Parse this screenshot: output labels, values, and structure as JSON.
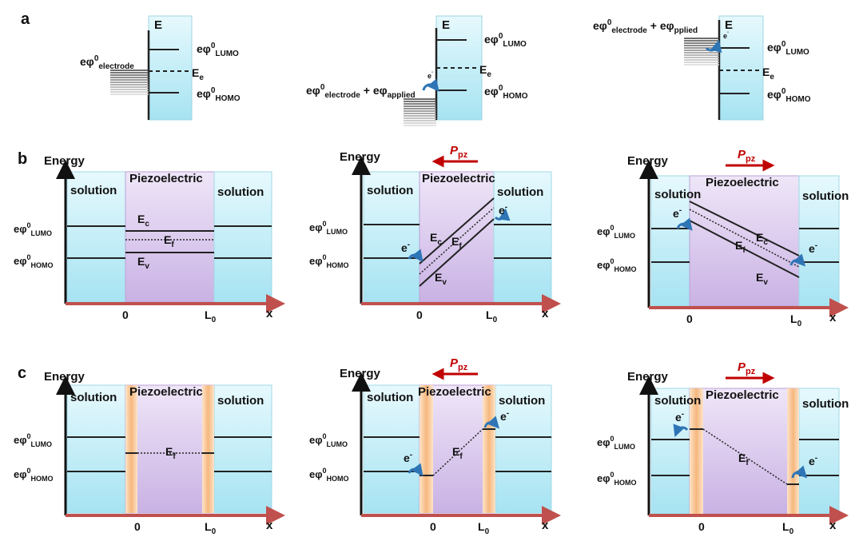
{
  "figure_labels": {
    "a": "a",
    "b": "b",
    "c": "c"
  },
  "terms": {
    "energy": "Energy",
    "solution": "solution",
    "piezoelectric": "Piezoelectric",
    "x_axis": "x",
    "origin": "0",
    "L": "L",
    "L_sub": "0",
    "ephi": "eφ",
    "sup0": "0",
    "lumo": "LUMO",
    "homo": "HOMO",
    "electrode": "electrode",
    "applied": "applied",
    "pplied": "pplied",
    "plus": " + ",
    "E": "E",
    "e_sub": "e",
    "Ec_sub": "c",
    "Ef_sub": "f",
    "Ev_sub": "v",
    "electron": "e",
    "minus": "-",
    "P": "P",
    "pz": "pz"
  },
  "colors": {
    "solution_top": "#e6f9fd",
    "solution_bottom": "#a6e3f2",
    "piezo_top": "#efe6f8",
    "piezo_bottom": "#c9b2e4",
    "interface": "#f6b77e",
    "axis_x": "#c0504d",
    "polarization": "#c00000",
    "transfer_arc": "#2e75b6"
  }
}
